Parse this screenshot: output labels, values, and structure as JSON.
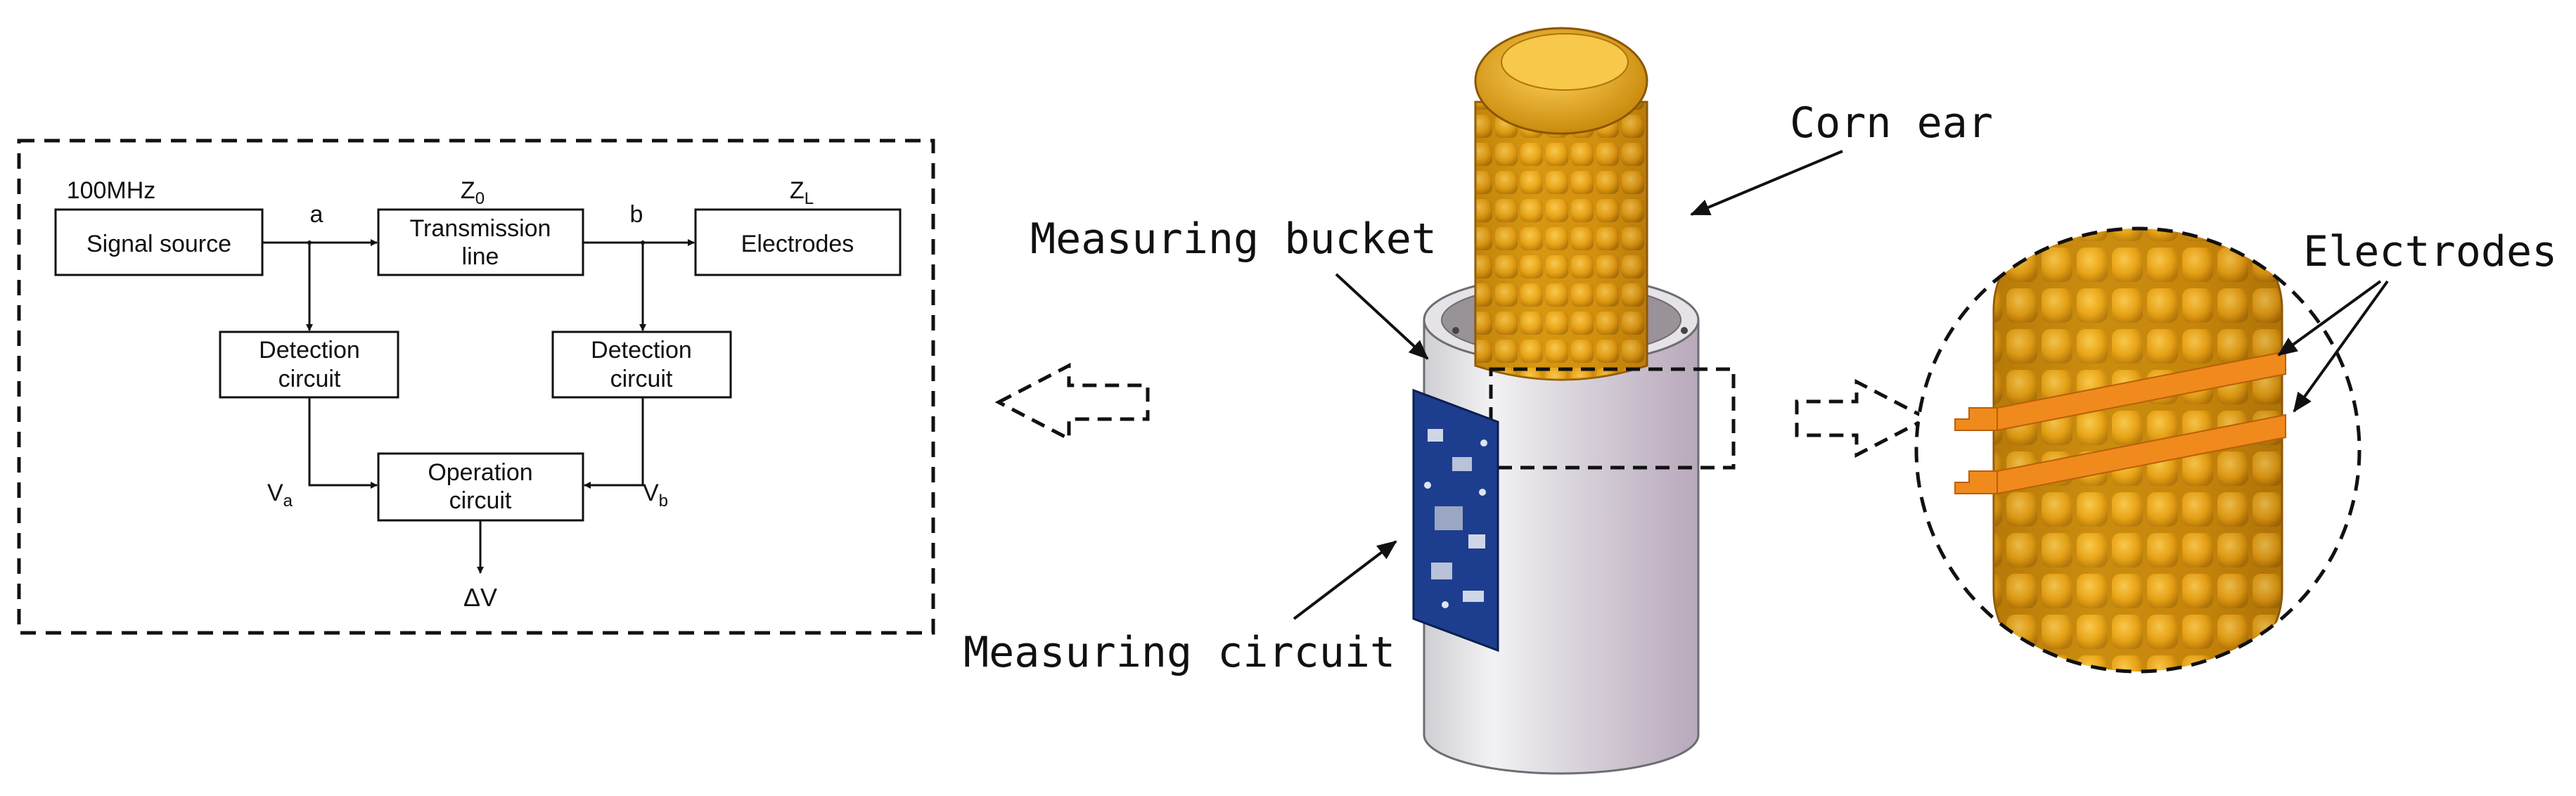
{
  "block_diagram": {
    "frequency": "100MHz",
    "signal_source": "Signal source",
    "node_a": "a",
    "node_b": "b",
    "z0_main": "Z",
    "z0_sub": "0",
    "transmission_line_1": "Transmission",
    "transmission_line_2": "line",
    "zl_main": "Z",
    "zl_sub": "L",
    "electrodes": "Electrodes",
    "detection_left_1": "Detection",
    "detection_left_2": "circuit",
    "detection_right_1": "Detection",
    "detection_right_2": "circuit",
    "operation_1": "Operation",
    "operation_2": "circuit",
    "va_main": "V",
    "va_sub": "a",
    "vb_main": "V",
    "vb_sub": "b",
    "delta_v": "ΔV"
  },
  "device_labels": {
    "corn_ear": "Corn ear",
    "measuring_bucket": "Measuring bucket",
    "measuring_circuit": "Measuring circuit",
    "electrodes": "Electrodes"
  },
  "colors": {
    "corn": "#e8a117",
    "corn_dark": "#a86a06",
    "bucket": "#c9c1cc",
    "pcb": "#1c3c8c",
    "electrode": "#f08a1c"
  }
}
